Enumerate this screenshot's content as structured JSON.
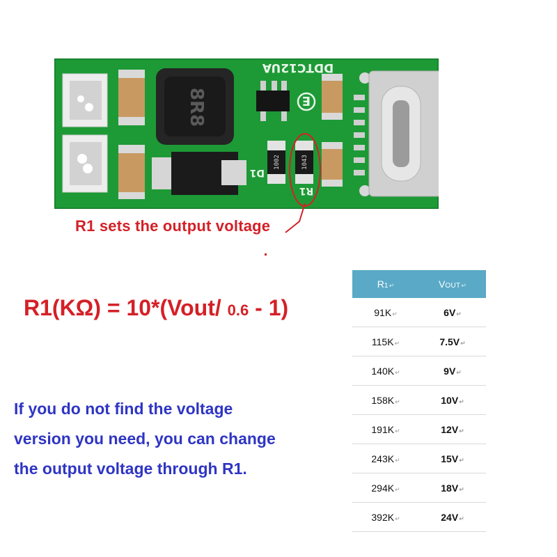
{
  "board": {
    "model_marking": "DDTC12UA",
    "inductor_marking": "8R8",
    "label_d1": "D1",
    "label_r1": "R1",
    "resistor_marking": "1002",
    "r1_code": "1043",
    "ic_marking": "E",
    "colors": {
      "pcb": "#1d9a36",
      "pcb_edge": "#157a2a",
      "annotation": "#d42027"
    }
  },
  "annotation": {
    "label": "R1 sets the output voltage"
  },
  "formula": {
    "prefix": "R1(KΩ) = 10*(Vout/ ",
    "divisor": "0.6",
    "suffix": " - 1)"
  },
  "note": {
    "lines": [
      "If you do not find the voltage",
      "version you need, you can change",
      "the output voltage through R1."
    ],
    "color": "#2f35c3"
  },
  "table": {
    "header": {
      "col1_main": "R",
      "col1_sub": "1",
      "col2_main": "V",
      "col2_sub": "OUT"
    },
    "rows": [
      {
        "r1": "91K",
        "vout": "6V"
      },
      {
        "r1": "115K",
        "vout": "7.5V"
      },
      {
        "r1": "140K",
        "vout": "9V"
      },
      {
        "r1": "158K",
        "vout": "10V"
      },
      {
        "r1": "191K",
        "vout": "12V"
      },
      {
        "r1": "243K",
        "vout": "15V"
      },
      {
        "r1": "294K",
        "vout": "18V"
      },
      {
        "r1": "392K",
        "vout": "24V"
      }
    ],
    "return_mark": "↵",
    "header_color": "#5aa9c7"
  }
}
